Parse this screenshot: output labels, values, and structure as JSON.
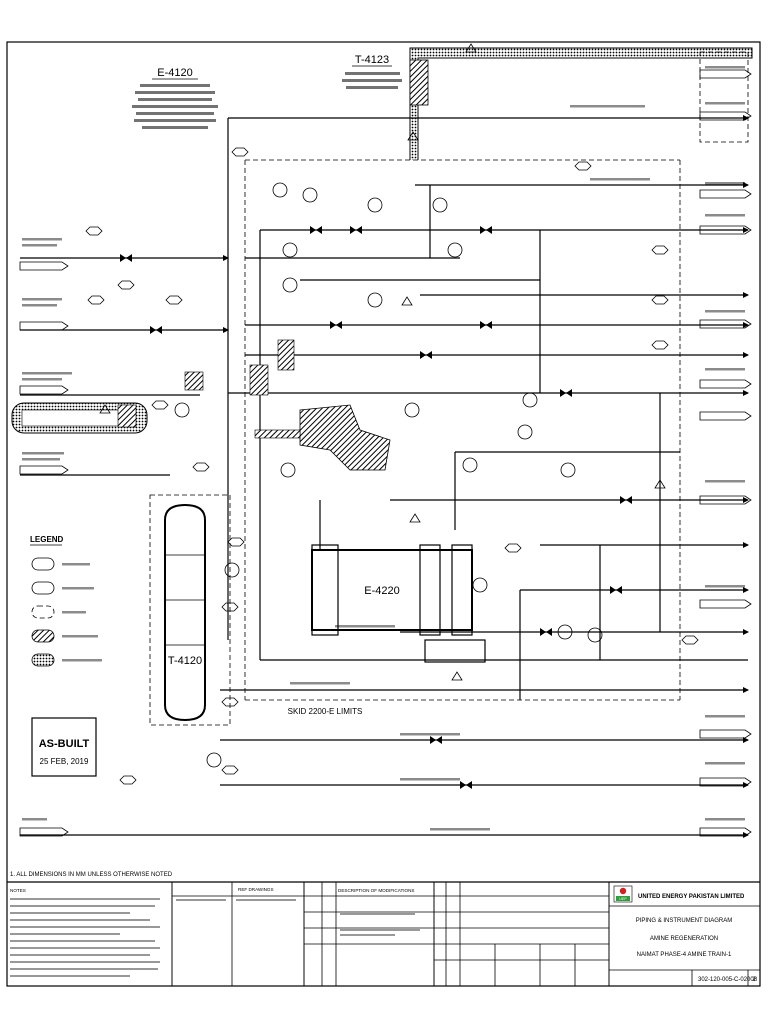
{
  "equipment": {
    "exchanger_top": {
      "tag": "E-4120"
    },
    "tank_top": {
      "tag": "T-4123"
    },
    "column": {
      "tag": "T-4120"
    },
    "exchanger_main": {
      "tag": "E-4220"
    }
  },
  "skid_label": "SKID 2200-E LIMITS",
  "legend": {
    "title": "LEGEND"
  },
  "as_built": {
    "title": "AS-BUILT",
    "date": "25 FEB, 2019"
  },
  "general_note": "1. ALL DIMENSIONS IN MM UNLESS OTHERWISE NOTED",
  "title_block": {
    "company": "UNITED ENERGY PAKISTAN LIMITED",
    "logo_text": "UEP",
    "drawing_type": "PIPING & INSTRUMENT DIAGRAM",
    "title_line1": "AMINE REGENERATION",
    "title_line2": "NAIMAT PHASE-4 AMINE TRAIN-1",
    "drawing_no": "302-120-005-C-02008",
    "sheet": "2",
    "headers": {
      "ref_drawings": "REF DRAWINGS",
      "description": "DESCRIPTION OF MODIFICATIONS"
    }
  },
  "colors": {
    "line": "#000000",
    "background": "#ffffff",
    "logo_red": "#d62020",
    "logo_green": "#2e9e3a"
  },
  "icons": [
    "valve-icon",
    "instrument-bubble-icon",
    "note-hexagon-icon",
    "revision-triangle-icon",
    "flow-arrow-icon",
    "off-sheet-connector-icon"
  ]
}
